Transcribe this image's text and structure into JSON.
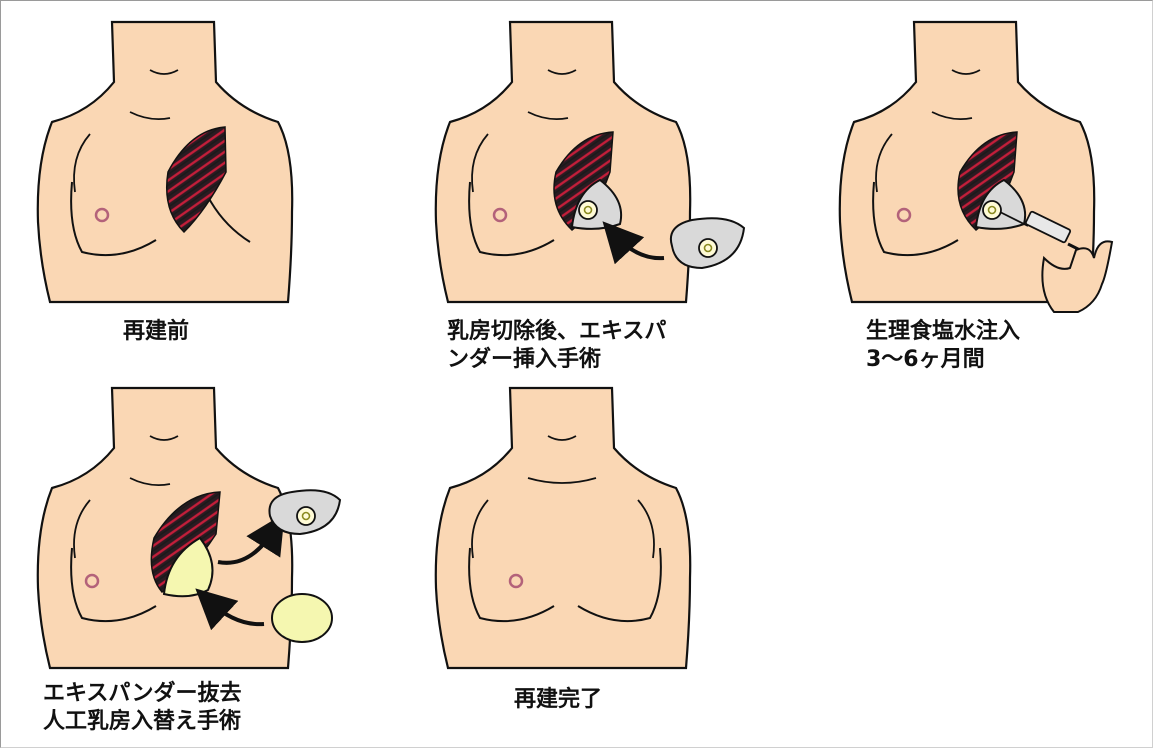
{
  "colors": {
    "skin": "#fad7b4",
    "outline": "#111111",
    "muscle_red": "#c41e3a",
    "expander": "#d9d9d9",
    "implant": "#f5f7b0",
    "nipple": "#b3627a"
  },
  "steps": [
    {
      "id": "before",
      "caption_lines": [
        "再建前"
      ]
    },
    {
      "id": "expander",
      "caption_lines": [
        "乳房切除後、エキスパ",
        "ンダー挿入手術"
      ]
    },
    {
      "id": "saline",
      "caption_lines": [
        "生理食塩水注入",
        "3〜6ヶ月間"
      ]
    },
    {
      "id": "replace",
      "caption_lines": [
        "エキスパンダー抜去",
        "人工乳房入替え手術"
      ]
    },
    {
      "id": "complete",
      "caption_lines": [
        "再建完了"
      ]
    }
  ]
}
